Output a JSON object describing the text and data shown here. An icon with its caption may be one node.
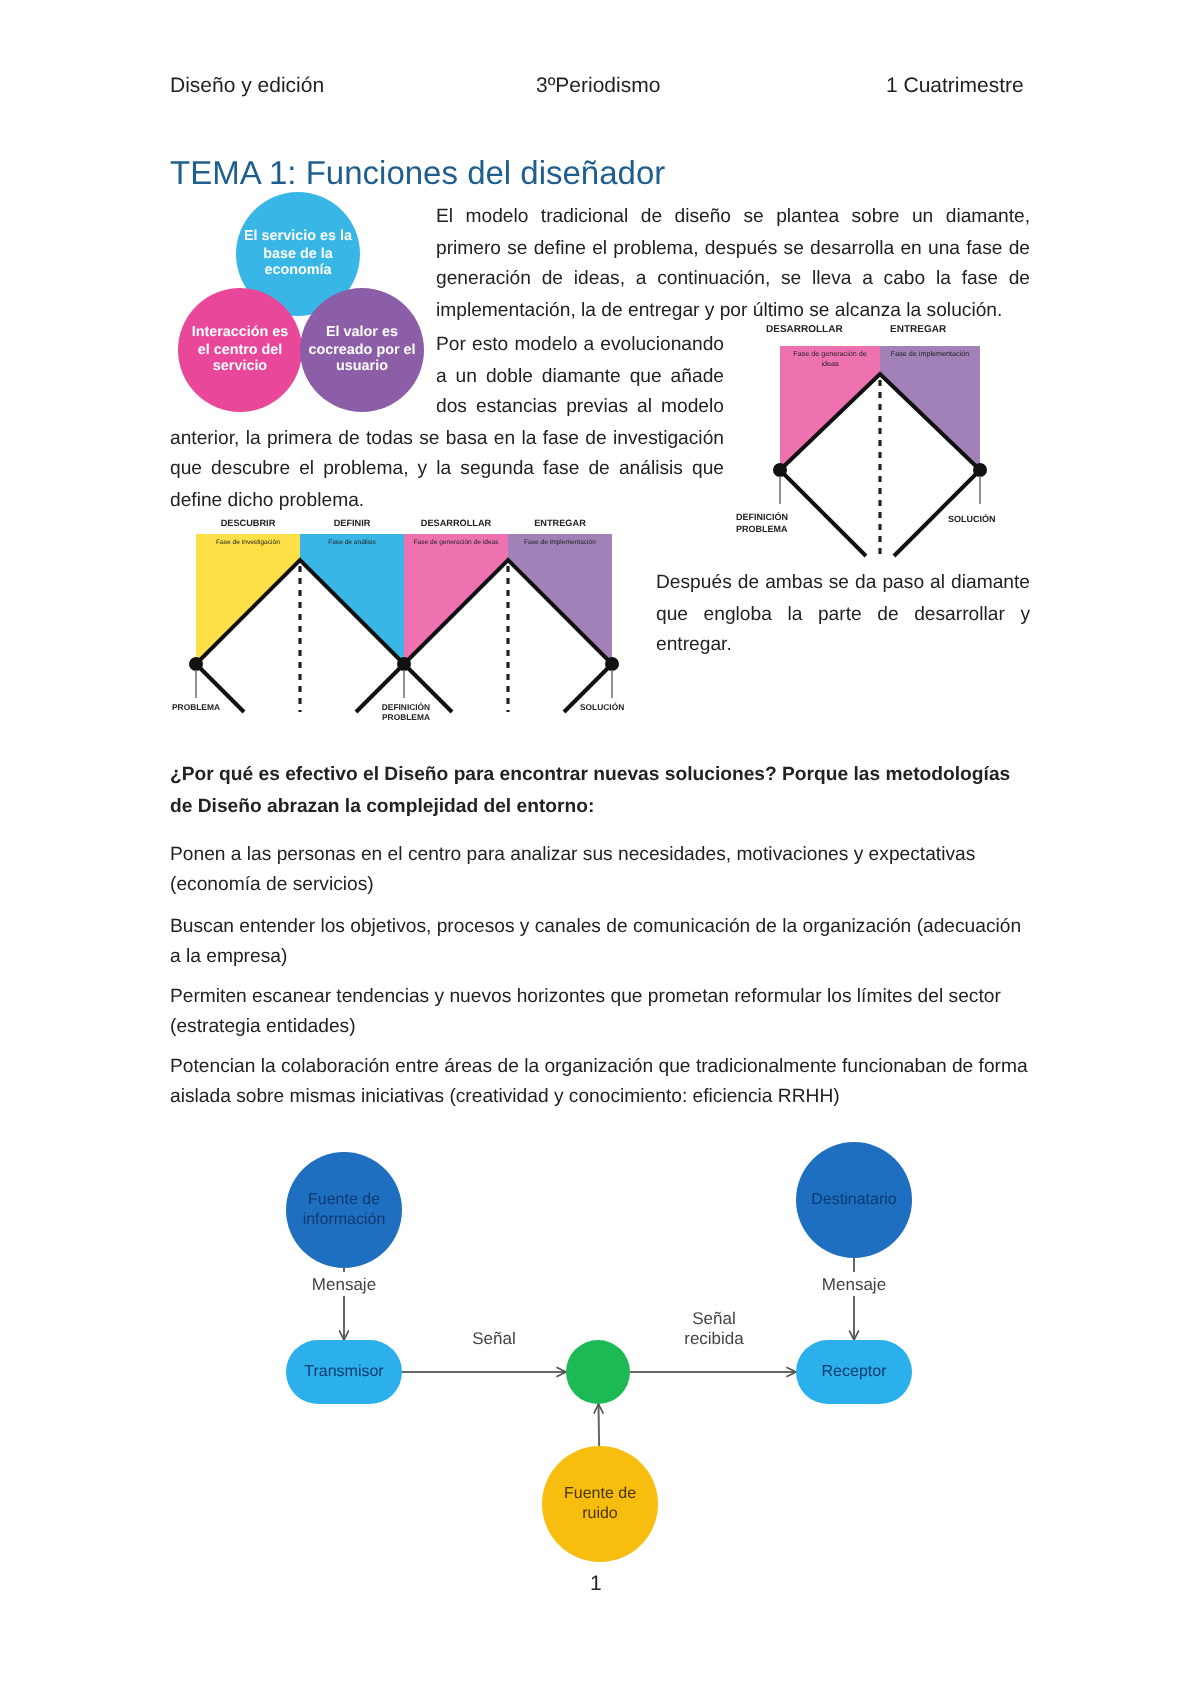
{
  "diagram": {
    "title": "TEMA 1: Funciones del diseñador",
    "nodes": [
      {
        "text": [
          "El servicio es la base de la economía"
        ]
      },
      {
        "text": [
          "Interacción es el centro del servicio"
        ]
      },
      {
        "text": [
          "El valor es cocreado por el usuario"
        ]
      },
      {
        "text": [
          "Fuente de información"
        ]
      },
      {
        "text": [
          "Destinatario"
        ]
      },
      {
        "text": [
          "Transmisor"
        ]
      },
      {
        "text": [],
        "shape": "circle"
      },
      {
        "text": [
          "Receptor"
        ]
      },
      {
        "text": [
          "Fuente de ruido"
        ]
      }
    ],
    "edges": [
      {
        "from": 3,
        "to": 5,
        "arrow": "to",
        "label": "Mensaje"
      },
      {
        "from": 4,
        "to": 7,
        "arrow": "to",
        "label": "Mensaje"
      },
      {
        "from": 5,
        "to": 6,
        "arrow": "to",
        "label": "Señal"
      },
      {
        "from": 6,
        "to": 7,
        "arrow": "to",
        "label": "Señal recibida"
      },
      {
        "from": 8,
        "to": 6,
        "arrow": "to"
      }
    ],
    "labels": [
      "Diseño y edición",
      "3ºPeriodismo",
      "1 Cuatrimestre",
      "El modelo tradicional de diseño se plantea sobre un diamante, primero se define el problema, después se desarrolla en una fase de generación de ideas, a continuación, se lleva a cabo la fase de implementación, la de entregar y por último se alcanza la solución.",
      "Por esto modelo a evolucionando a un doble diamante que añade dos estancias previas al modelo anterior, la primera de todas se basa en la fase de investigación que descubre el problema, y la segunda fase de análisis que define dicho problema.",
      "DESARROLLAR",
      "ENTREGAR",
      "Fase de generación de ideas",
      "Fase de implementación",
      "DEFINICIÓN PROBLEMA",
      "SOLUCIÓN",
      "DESCUBRIR",
      "DEFINIR",
      "DESARROLLAR",
      "ENTREGAR",
      "Fase de investigación",
      "Fase de análisis",
      "Fase de generación de ideas",
      "Fase de implementación",
      "PROBLEMA",
      "DEFINICIÓN PROBLEMA",
      "SOLUCIÓN",
      "Después de ambas se da paso al diamante que engloba la parte de desarrollar y entregar.",
      "¿Por qué es efectivo el Diseño para encontrar nuevas soluciones? Porque las metodologías de Diseño abrazan la complejidad del entorno:",
      "Ponen a las personas en el centro para analizar sus necesidades, motivaciones y expectativas (economía de servicios)",
      "Buscan entender los objetivos, procesos y canales de comunicación de la organización (adecuación a la empresa)",
      "Permiten escanear tendencias y nuevos horizontes que prometan reformular los límites del sector (estrategia entidades)",
      "Potencian la colaboración entre áreas de la organización que tradicionalmente funcionaban de forma aislada sobre mismas iniciativas (creatividad y conocimiento: eficiencia RRHH)",
      "1"
    ]
  }
}
